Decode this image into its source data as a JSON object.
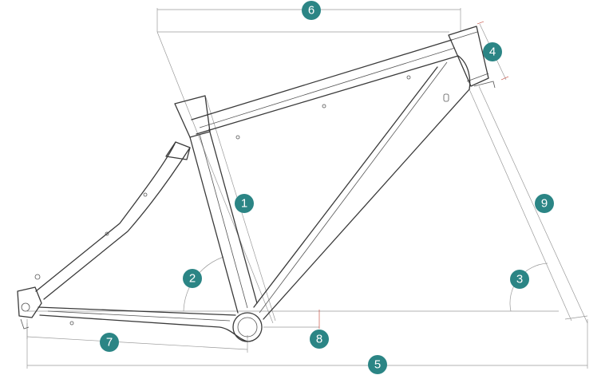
{
  "colors": {
    "badge": "#2b8585",
    "frame_stroke": "#3a3a3a",
    "dimension_line": "#9a9a9a",
    "dimension_tick": "#c0392b"
  },
  "badges": [
    {
      "id": "1",
      "label": "1"
    },
    {
      "id": "2",
      "label": "2"
    },
    {
      "id": "3",
      "label": "3"
    },
    {
      "id": "4",
      "label": "4"
    },
    {
      "id": "5",
      "label": "5"
    },
    {
      "id": "6",
      "label": "6"
    },
    {
      "id": "7",
      "label": "7"
    },
    {
      "id": "8",
      "label": "8"
    },
    {
      "id": "9",
      "label": "9"
    }
  ]
}
